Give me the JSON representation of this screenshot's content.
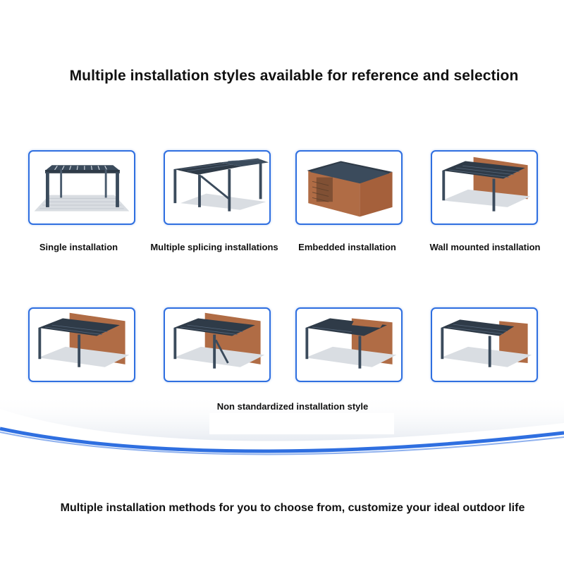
{
  "header": {
    "title": "Multiple installation styles available for reference and selection"
  },
  "row1": {
    "items": [
      {
        "label": "Single installation",
        "icon": "single-pergola-icon"
      },
      {
        "label": "Multiple splicing installations",
        "icon": "double-pergola-icon"
      },
      {
        "label": "Embedded installation",
        "icon": "embedded-pergola-icon"
      },
      {
        "label": "Wall mounted installation",
        "icon": "wall-mounted-pergola-icon"
      }
    ]
  },
  "row2": {
    "caption": "Non standardized installation style",
    "items": [
      {
        "icon": "corner-wall-pergola-icon"
      },
      {
        "icon": "wall-pergola-variant-icon"
      },
      {
        "icon": "l-wall-pergola-icon"
      },
      {
        "icon": "side-wall-pergola-icon"
      }
    ]
  },
  "footer": {
    "caption": "Multiple installation methods for you to choose from, customize your ideal outdoor life"
  },
  "colors": {
    "accent": "#2f6fe0",
    "frame": "#3b4b5c",
    "roof": "#2f3b48",
    "brick": "#b06c45"
  }
}
